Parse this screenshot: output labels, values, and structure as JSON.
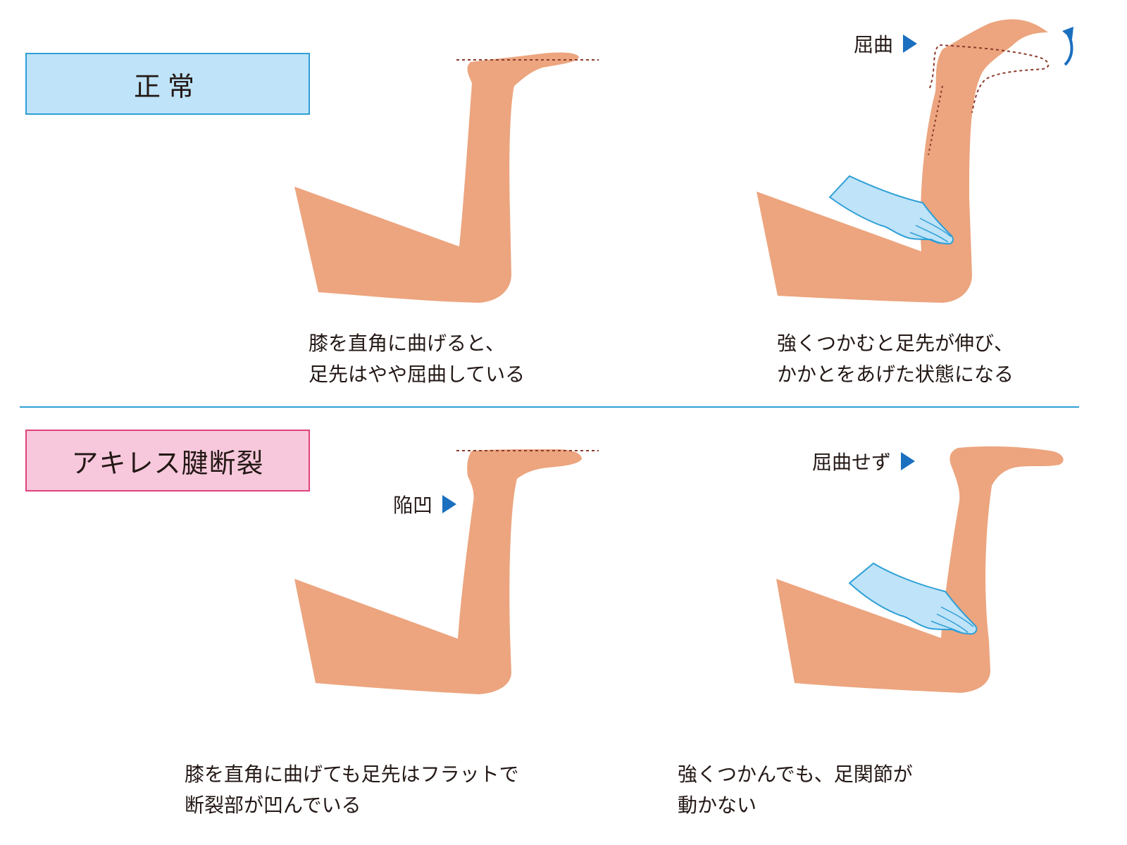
{
  "sections": {
    "normal": {
      "label": "正常",
      "caption_rest": [
        "膝を直角に曲げると、",
        "足先はやや屈曲している"
      ],
      "caption_squeeze": [
        "強くつかむと足先が伸び、",
        "かかとをあげた状態になる"
      ],
      "callout": "屈曲"
    },
    "rupture": {
      "label": "アキレス腱断裂",
      "caption_rest": [
        "膝を直角に曲げても足先はフラットで",
        "断裂部が凹んでいる"
      ],
      "caption_squeeze": [
        "強くつかんでも、足関節が",
        "動かない"
      ],
      "callout_depression": "陥凹",
      "callout_no_flexion": "屈曲せず"
    }
  },
  "colors": {
    "skin": "#eca57f",
    "hand_fill": "#bfe3f8",
    "hand_stroke": "#2e9fd6",
    "arrow": "#1a6fbf",
    "dashed_line": "#8a3a2a",
    "normal_label_bg": "#bfe3f8",
    "normal_label_border": "#2e9fd6",
    "rupture_label_bg": "#f7c8dc",
    "rupture_label_border": "#e0427a"
  },
  "icons": [
    "triangle-pointer-icon",
    "curved-arrow-up-icon",
    "hand-icon"
  ]
}
